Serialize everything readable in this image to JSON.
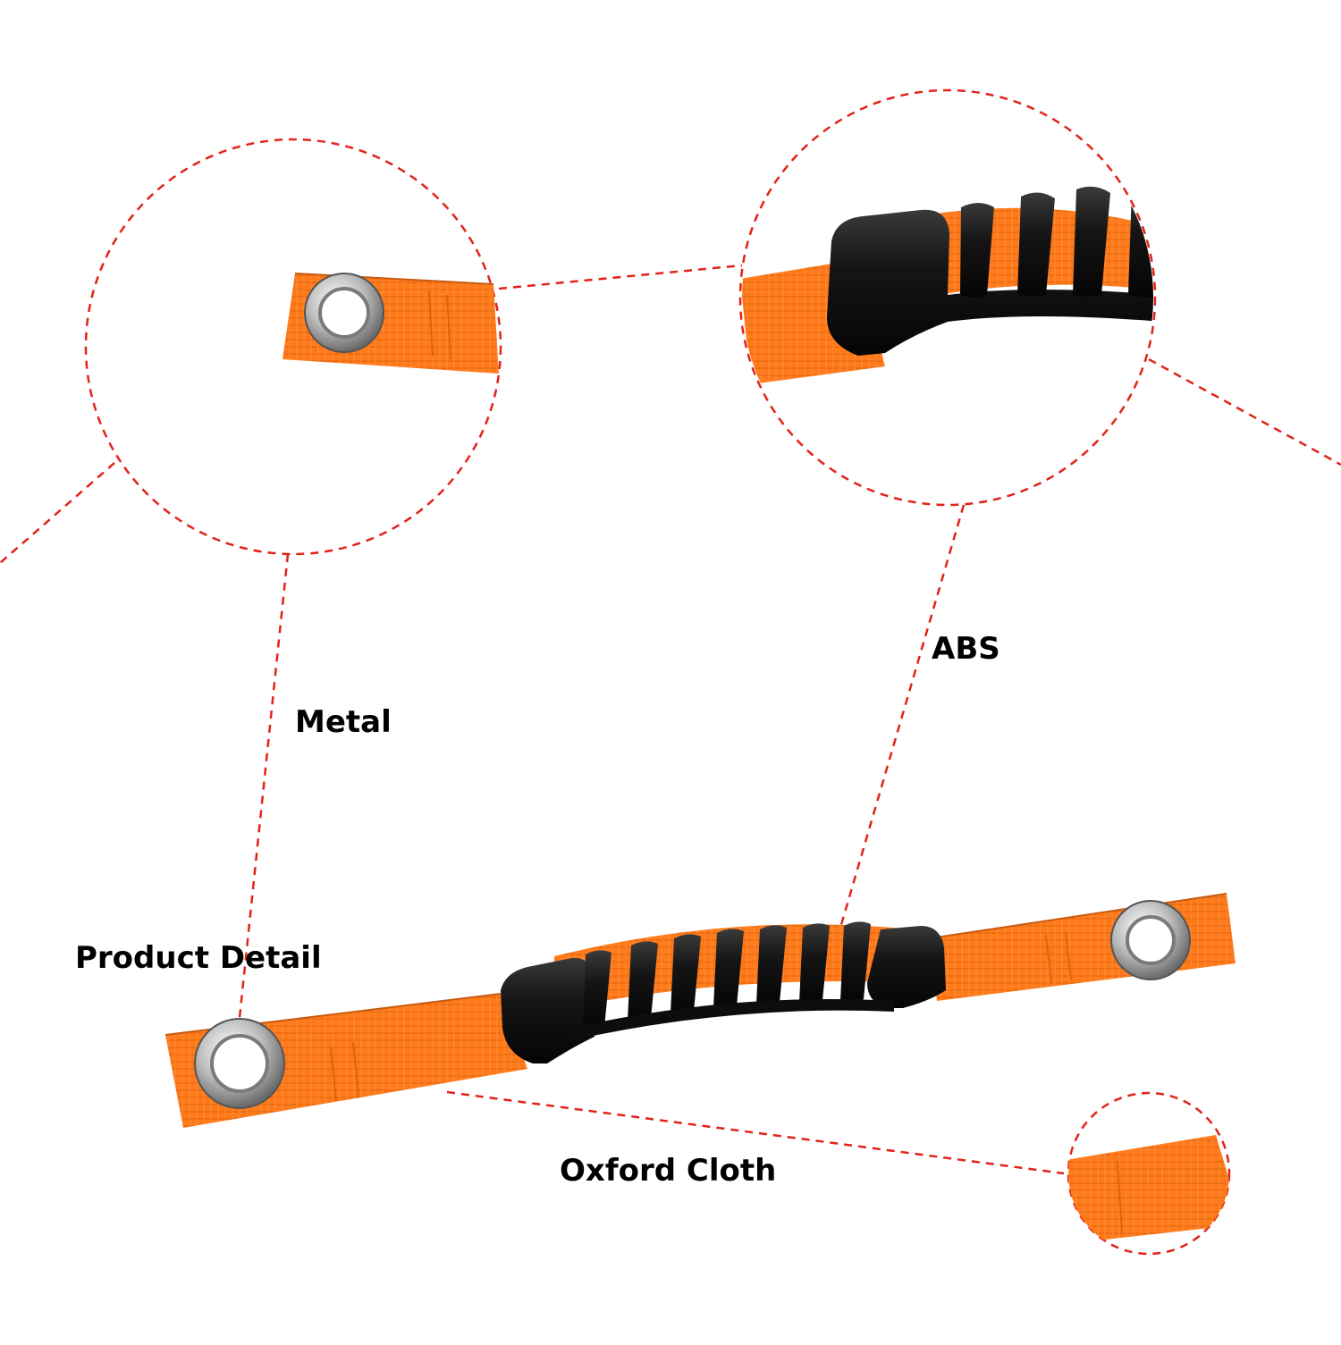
{
  "labels": {
    "metal": "Metal",
    "abs": "ABS",
    "oxford_cloth": "Oxford Cloth",
    "product_detail": "Product Detail"
  },
  "colors": {
    "strap_orange": "#ff7a1a",
    "strap_dark_orange": "#e0600a",
    "grip_black": "#161616",
    "dashed_red": "#e2231a",
    "grommet_silver": "#c9c9c9"
  },
  "icons": [
    "metal-grommet-icon",
    "abs-grip-icon",
    "oxford-strap-icon"
  ]
}
